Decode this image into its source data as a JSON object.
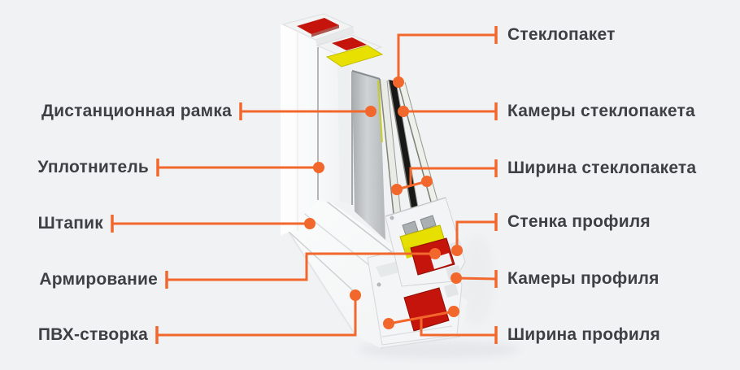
{
  "page": {
    "background": "#F1F2F4",
    "kind": "labeled cutaway infographic",
    "subject": "pvc-window-profile-corner-cutaway"
  },
  "palette": {
    "accent_orange": "#F2682C",
    "label_text": "#3F4043",
    "pvc_white": "#F6F7F8",
    "reinforcement_red": "#C4140B",
    "seal_yellow": "#E8E000",
    "glazing_gray": "#B7BBBD"
  },
  "diagram": {
    "left_labels": [
      {
        "id": "distance-frame",
        "text": "Дистанционная рамка"
      },
      {
        "id": "seal",
        "text": "Уплотнитель"
      },
      {
        "id": "glazing-bead",
        "text": "Штапик"
      },
      {
        "id": "reinforcement",
        "text": "Армирование"
      },
      {
        "id": "pvc-sash",
        "text": "ПВХ-створка"
      }
    ],
    "right_labels": [
      {
        "id": "glazing-unit",
        "text": "Стеклопакет"
      },
      {
        "id": "glazing-chambers",
        "text": "Камеры стеклопакета"
      },
      {
        "id": "glazing-width",
        "text": "Ширина стеклопакета"
      },
      {
        "id": "profile-wall",
        "text": "Стенка профиля"
      },
      {
        "id": "profile-chambers",
        "text": "Камеры профиля"
      },
      {
        "id": "profile-width",
        "text": "Ширина профиля"
      }
    ]
  }
}
